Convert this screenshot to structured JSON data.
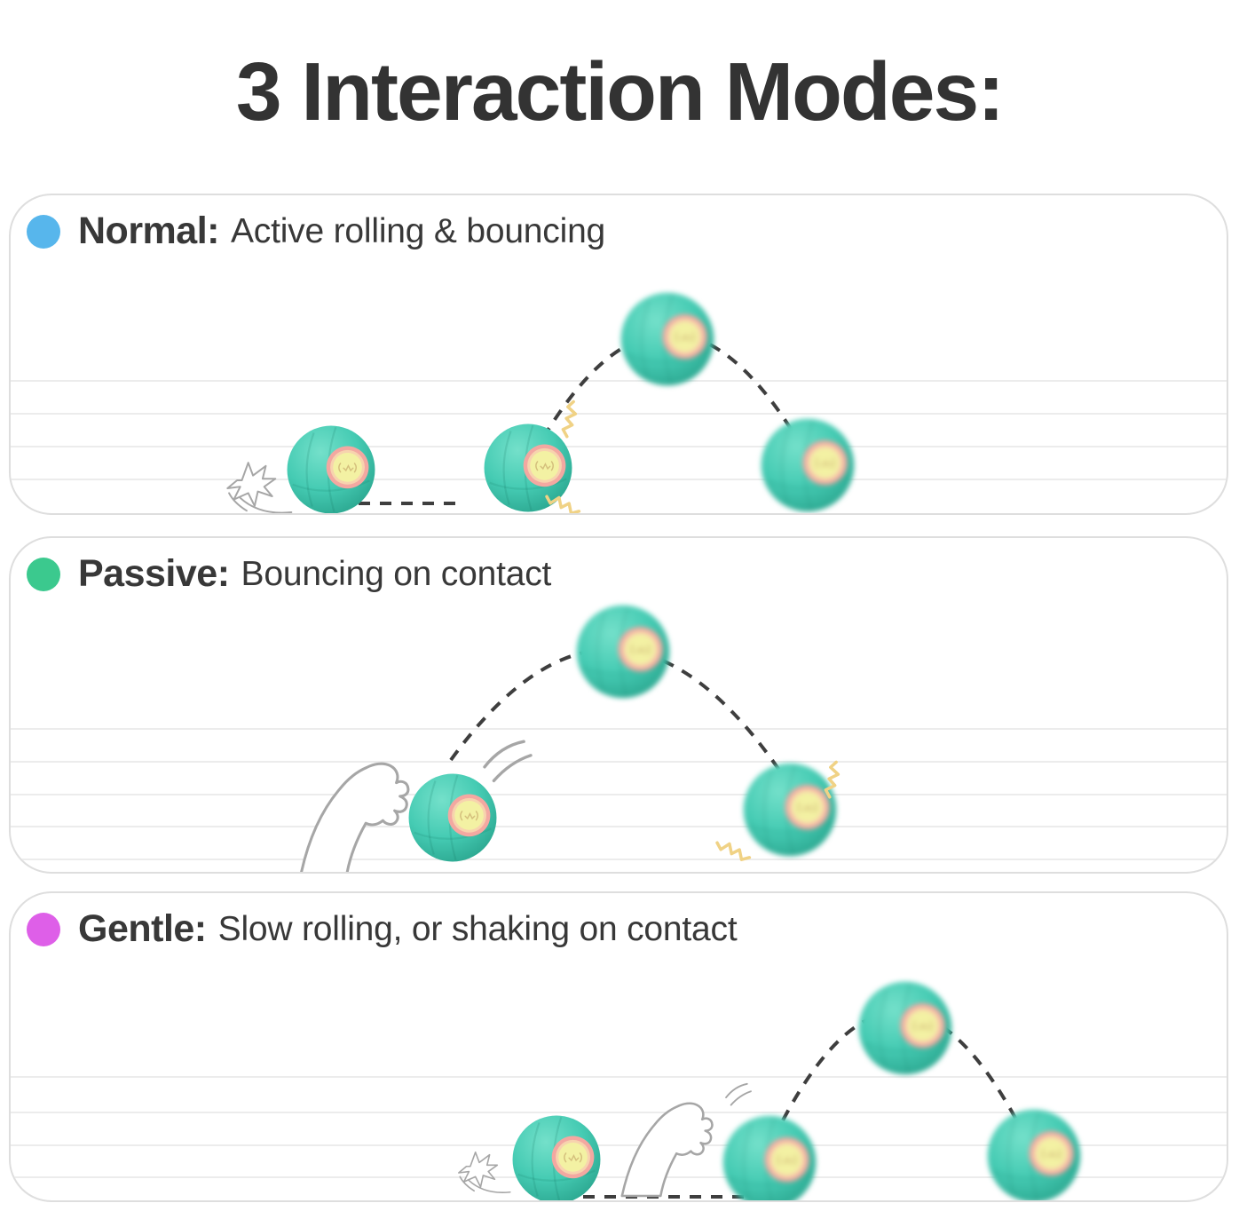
{
  "title": "3 Interaction Modes:",
  "modes": [
    {
      "name": "Normal",
      "label": "Normal:",
      "description": "Active rolling & bouncing",
      "dot_color": "#57b6ec"
    },
    {
      "name": "Passive",
      "label": "Passive:",
      "description": "Bouncing on contact",
      "dot_color": "#3bc98e"
    },
    {
      "name": "Gentle",
      "label": "Gentle:",
      "description": "Slow rolling, or shaking on contact",
      "dot_color": "#de5fe8"
    }
  ],
  "icons": {
    "mode_dot": "colored-circle",
    "ball": "teal-smart-ball",
    "paw": "cat-paw-sketch",
    "scratch": "scratch-doodle",
    "squiggle": "impact-squiggle",
    "swish": "motion-swish",
    "trajectory": "dashed-bounce-arc"
  },
  "colors": {
    "title_text": "#333333",
    "body_text": "#383838",
    "panel_border": "#dedede",
    "panel_bg": "#ffffff",
    "floor_line": "#ececec",
    "dash": "#3e3e3e",
    "ball_light": "#74e0ca",
    "ball_mid": "#45cbb3",
    "ball_dark": "#2aa58e",
    "ring_pink": "#f3a8a1",
    "ring_peach": "#f7d3ae",
    "center_yellow": "#f3f1a3",
    "squiggle": "#f0d285",
    "sketch": "#a6a6a6"
  }
}
